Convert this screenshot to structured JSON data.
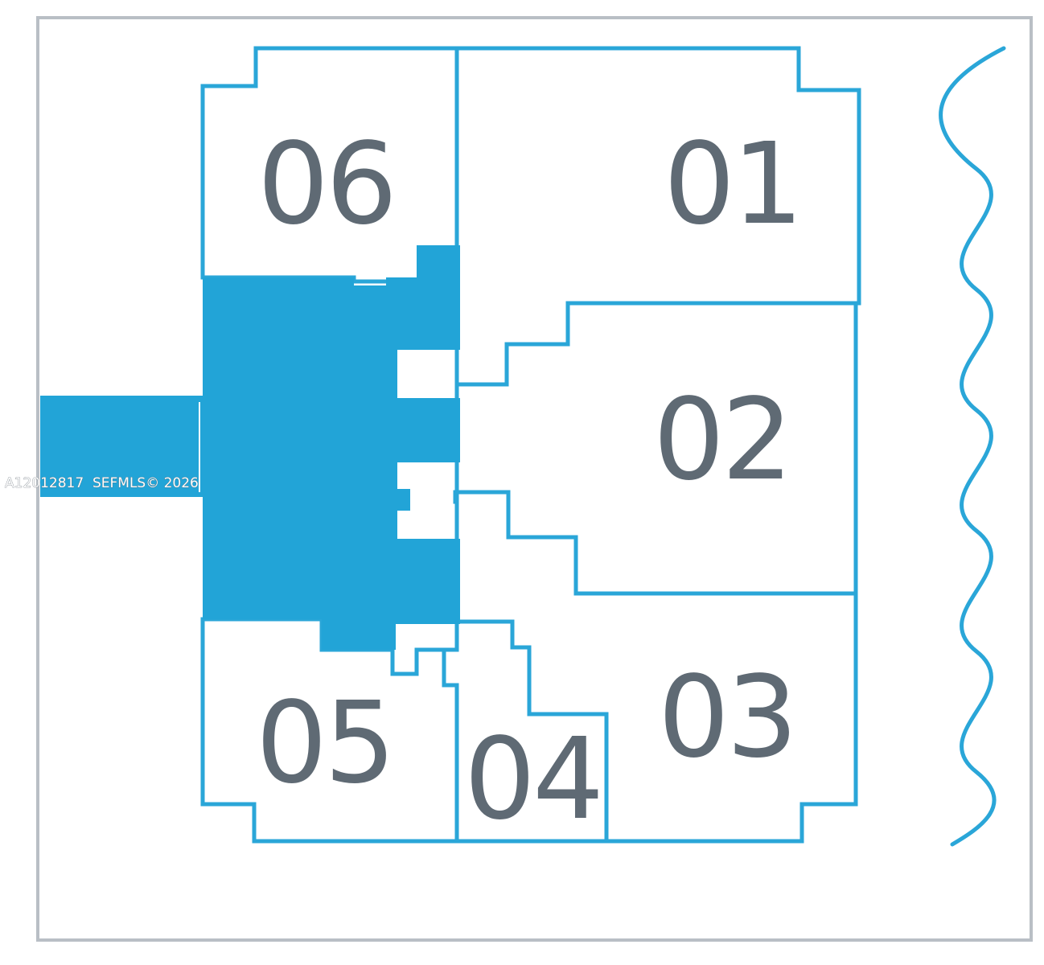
{
  "units": [
    {
      "id": "06",
      "label": "06"
    },
    {
      "id": "01",
      "label": "01"
    },
    {
      "id": "02",
      "label": "02"
    },
    {
      "id": "03",
      "label": "03"
    },
    {
      "id": "04",
      "label": "04"
    },
    {
      "id": "05",
      "label": "05"
    }
  ],
  "watermark": "A12012817  SEFMLS© 2026",
  "colors": {
    "outline": "#2aa6d8",
    "core_fill": "#22a4d7",
    "label_text": "#5f6a74",
    "frame": "#b9bfc5"
  }
}
